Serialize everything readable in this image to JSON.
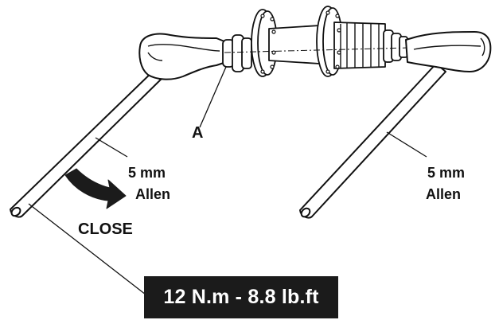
{
  "labels": {
    "part_a": "A",
    "left_tool_size": "5 mm",
    "left_tool_type": "Allen",
    "right_tool_size": "5 mm",
    "right_tool_type": "Allen",
    "direction": "CLOSE",
    "torque": "12 N.m - 8.8 lb.ft"
  },
  "colors": {
    "line": "#111111",
    "fill": "#ffffff",
    "torque_background": "#1b1b1b",
    "torque_text": "#ffffff"
  }
}
